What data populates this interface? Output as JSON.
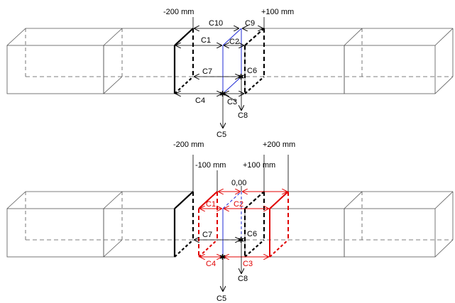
{
  "top_view": {
    "dim_left": "-200 mm",
    "dim_right": "+100 mm",
    "labels": {
      "c1": "C1",
      "c2": "C2",
      "c3": "C3",
      "c4": "C4",
      "c5": "C5",
      "c6": "C6",
      "c7": "C7",
      "c8": "C8",
      "c9": "C9",
      "c10": "C10"
    }
  },
  "bottom_view": {
    "dim_outer_left": "-200 mm",
    "dim_outer_right": "+200 mm",
    "dim_inner_left": "-100 mm",
    "dim_inner_right": "+100 mm",
    "dim_center": "0,00",
    "labels": {
      "c1": "C1",
      "c2": "C2",
      "c3": "C3",
      "c4": "C4",
      "c5": "C5",
      "c6": "C6",
      "c7": "C7",
      "c8": "C8"
    }
  },
  "colors": {
    "line": "#000000",
    "hidden": "#000000",
    "blue": "#1f2bd6",
    "red": "#e00000"
  }
}
